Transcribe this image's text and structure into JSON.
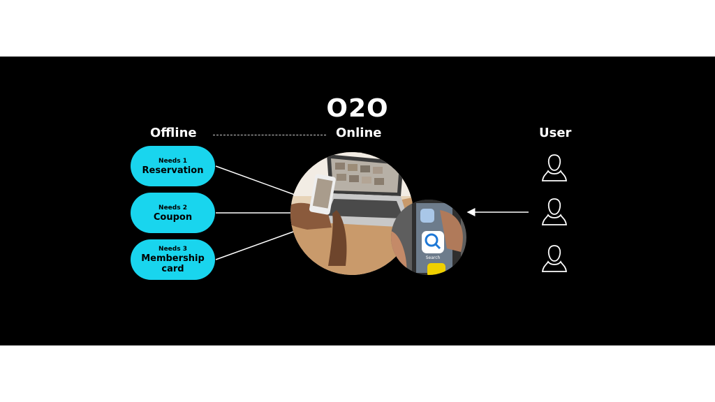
{
  "title": "O2O",
  "columns": {
    "offline": "Offline",
    "online": "Online",
    "user": "User"
  },
  "needs": [
    {
      "label": "Needs 1",
      "name": "Reservation"
    },
    {
      "label": "Needs 2",
      "name": "Coupon"
    },
    {
      "label": "Needs 3",
      "name_line1": "Membership",
      "name_line2": "card"
    }
  ],
  "photo_main": {
    "description_icon": "laptop-and-phone-photo"
  },
  "photo_small": {
    "app_label": "Search",
    "icon": "search-app-icon"
  },
  "users": [
    "user-icon",
    "user-icon",
    "user-icon"
  ],
  "colors": {
    "background": "#000000",
    "pill": "#19d5ee",
    "text": "#ffffff"
  }
}
